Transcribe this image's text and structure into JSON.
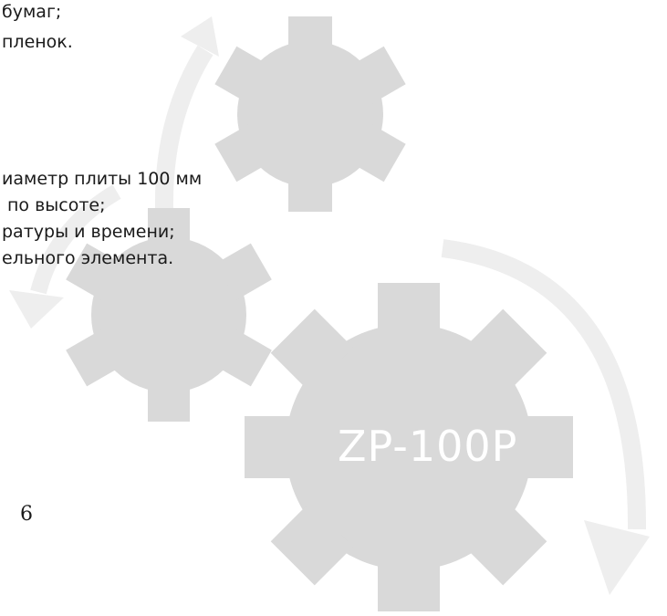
{
  "text_lines": [
    "бумаг;",
    "пленок.",
    "иаметр плиты 100 мм",
    "по высоте;",
    "ратуры и времени;",
    "ельного элемента."
  ],
  "model_label": "ZP-100P",
  "page_number": "6",
  "colors": {
    "text": "#1a1a1a",
    "gear": "#d9d9d9",
    "arrow": "#eeeeee",
    "label": "#ffffff"
  }
}
